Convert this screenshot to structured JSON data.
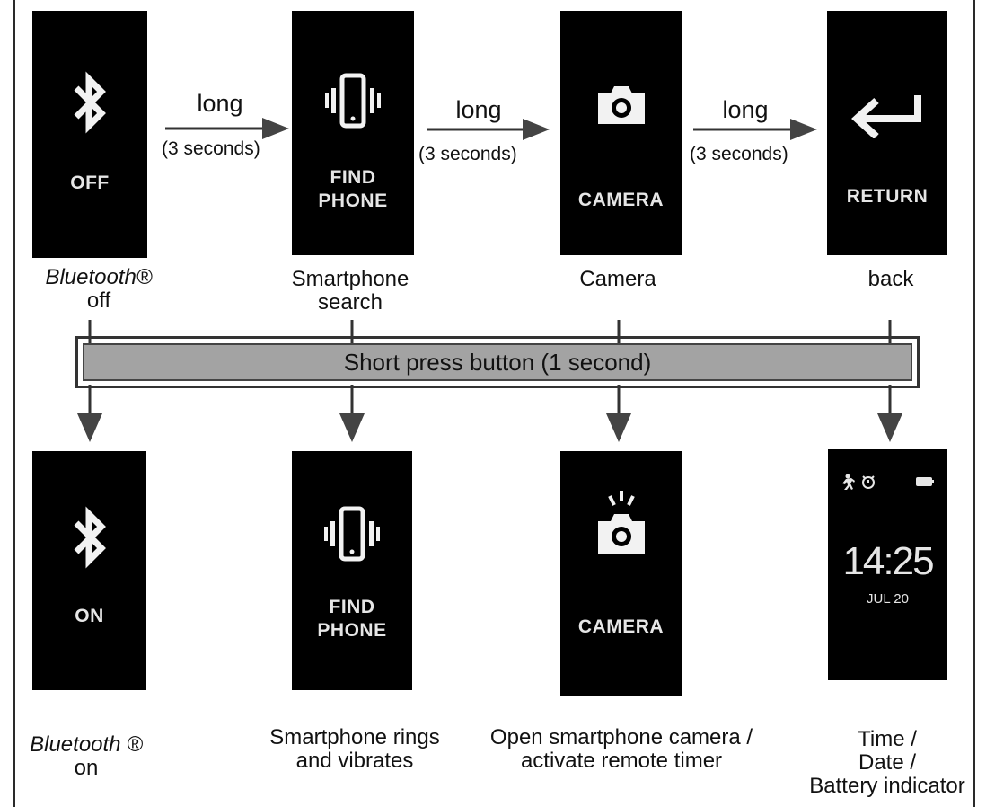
{
  "top_row": [
    {
      "screen_label": [
        "OFF"
      ],
      "icon": "bluetooth-icon",
      "caption_lines": [
        "Bluetooth®",
        "off"
      ]
    },
    {
      "screen_label": [
        "FIND",
        "PHONE"
      ],
      "icon": "phone-vibrate-icon",
      "caption_lines": [
        "Smartphone",
        "search"
      ]
    },
    {
      "screen_label": [
        "CAMERA"
      ],
      "icon": "camera-icon",
      "caption_lines": [
        "Camera"
      ]
    },
    {
      "screen_label": [
        "RETURN"
      ],
      "icon": "return-arrow-icon",
      "caption_lines": [
        "back"
      ]
    }
  ],
  "long_press_arrows": [
    {
      "label": "long",
      "sublabel": "(3 seconds)"
    },
    {
      "label": "long",
      "sublabel": "(3 seconds)"
    },
    {
      "label": "long",
      "sublabel": "(3 seconds)"
    }
  ],
  "short_press": {
    "label": "Short press button (1 second)"
  },
  "bottom_row": [
    {
      "screen_label": [
        "ON"
      ],
      "icon": "bluetooth-icon",
      "caption_lines": [
        "Bluetooth ®",
        "on"
      ]
    },
    {
      "screen_label": [
        "FIND",
        "PHONE"
      ],
      "icon": "phone-vibrate-icon",
      "caption_lines": [
        "Smartphone rings",
        "and vibrates"
      ]
    },
    {
      "screen_label": [
        "CAMERA"
      ],
      "icon": "camera-flash-icon",
      "caption_lines": [
        "Open smartphone camera /",
        "activate remote timer"
      ]
    },
    {
      "screen_label": [],
      "icon": "clock-screen",
      "time": "14:25",
      "date": "JUL 20",
      "caption_lines": [
        "Time /",
        "Date /",
        "Battery indicator"
      ]
    }
  ]
}
